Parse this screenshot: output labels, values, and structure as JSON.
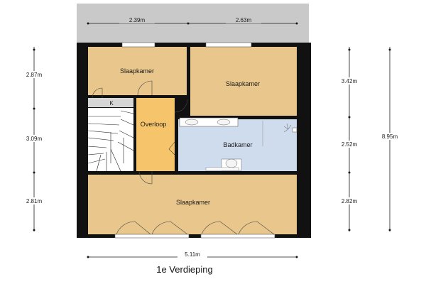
{
  "floor_title": "1e Verdieping",
  "rooms": {
    "slaapkamer_top_left": "Slaapkamer",
    "slaapkamer_top_right": "Slaapkamer",
    "overloop": "Overloop",
    "badkamer": "Badkamer",
    "slaapkamer_bottom": "Slaapkamer",
    "k_closet": "K"
  },
  "dimensions": {
    "top_left": "2.39m",
    "top_right": "2.63m",
    "left_1": "2.87m",
    "left_2": "3.09m",
    "left_3": "2.81m",
    "right_1": "3.42m",
    "right_2": "2.52m",
    "right_3": "2.82m",
    "right_total": "8.95m",
    "bottom_total": "5.11m"
  },
  "colors": {
    "bedroom": "#e9c78c",
    "landing": "#f6c46a",
    "bathroom": "#cfdcee",
    "terrace": "#c9c9c9",
    "stair": "#ffffff",
    "wall": "#111111"
  }
}
